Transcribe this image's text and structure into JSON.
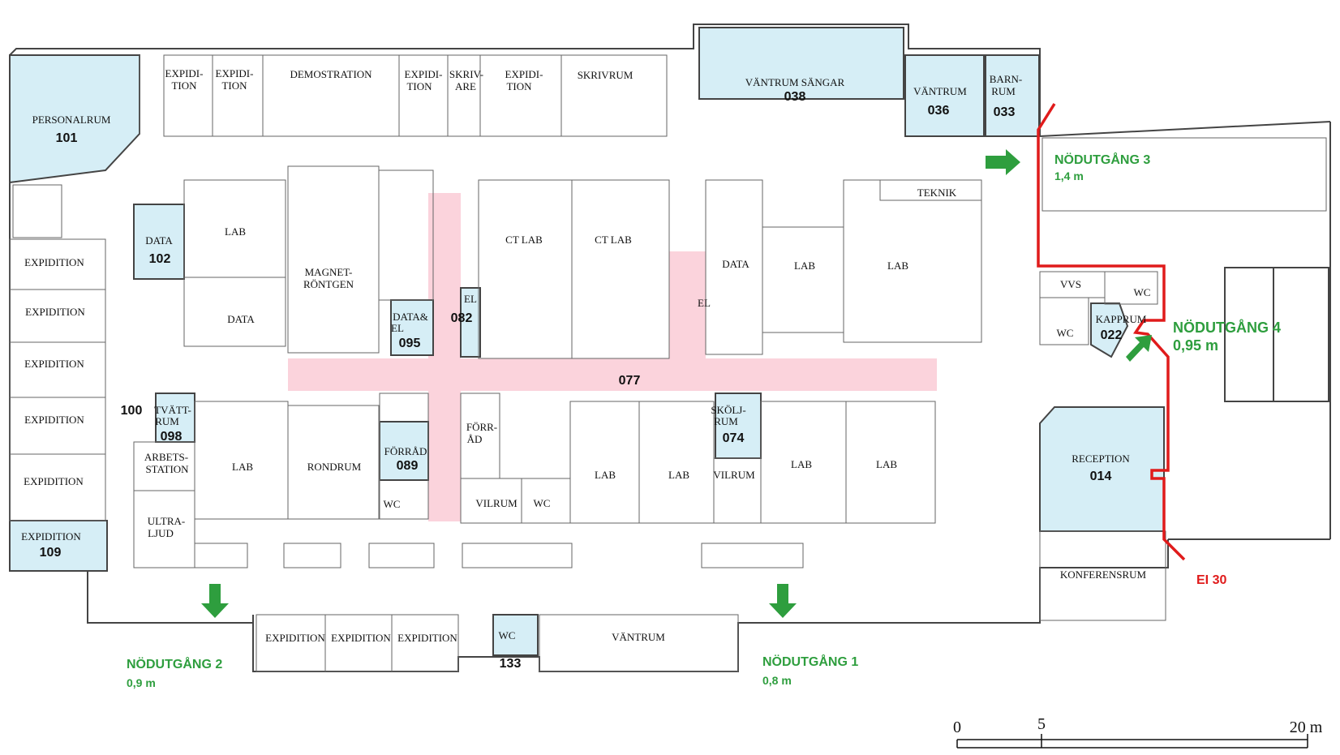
{
  "colors": {
    "highlight_room": "#d6eef6",
    "corridor": "#fbd3dc",
    "wall": "#444444",
    "exit_arrow": "#2e9e3e",
    "fire_line": "#e01b1b"
  },
  "rooms": [
    {
      "id": "r-personalrum",
      "label": "PERSONALRUM",
      "number": "101"
    },
    {
      "id": "r-exp1",
      "label": "EXPIDI-\nTION"
    },
    {
      "id": "r-exp2",
      "label": "EXPIDI-\nTION"
    },
    {
      "id": "r-demo",
      "label": "DEMOSTRATION"
    },
    {
      "id": "r-exp3",
      "label": "EXPIDI-\nTION"
    },
    {
      "id": "r-skrivare",
      "label": "SKRIV-\nARE"
    },
    {
      "id": "r-exp4",
      "label": "EXPIDI-\nTION"
    },
    {
      "id": "r-skrivrum",
      "label": "SKRIVRUM"
    },
    {
      "id": "r-vantrum-sangar",
      "label": "VÄNTRUM SÄNGAR",
      "number": "038"
    },
    {
      "id": "r-vantrum036",
      "label": "VÄNTRUM",
      "number": "036"
    },
    {
      "id": "r-barnrum",
      "label": "BARN-\nRUM",
      "number": "033"
    },
    {
      "id": "r-expL1",
      "label": "EXPIDITION"
    },
    {
      "id": "r-expL2",
      "label": "EXPIDITION"
    },
    {
      "id": "r-expL3",
      "label": "EXPIDITION"
    },
    {
      "id": "r-expL4",
      "label": "EXPIDITION"
    },
    {
      "id": "r-expL5",
      "label": "EXPIDITION"
    },
    {
      "id": "r-exp109",
      "label": "EXPIDITION",
      "number": "109"
    },
    {
      "id": "r-data102",
      "label": "DATA",
      "number": "102"
    },
    {
      "id": "r-lab1",
      "label": "LAB"
    },
    {
      "id": "r-data1",
      "label": "DATA"
    },
    {
      "id": "r-magnet",
      "label": "MAGNET-\nRÖNTGEN"
    },
    {
      "id": "r-datael",
      "label": "DATA&\nEL",
      "number": "095"
    },
    {
      "id": "r-el082",
      "label": "EL",
      "number": "082"
    },
    {
      "id": "r-ctlab1",
      "label": "CT LAB"
    },
    {
      "id": "r-ctlab2",
      "label": "CT LAB"
    },
    {
      "id": "r-el2",
      "label": "EL"
    },
    {
      "id": "r-data2",
      "label": "DATA"
    },
    {
      "id": "r-lab2",
      "label": "LAB"
    },
    {
      "id": "r-lab3",
      "label": "LAB"
    },
    {
      "id": "r-teknik",
      "label": "TEKNIK"
    },
    {
      "id": "r-corr",
      "number": "077"
    },
    {
      "id": "r-tvatt",
      "label": "TVÄTT-\nRUM",
      "number": "098"
    },
    {
      "id": "r-100",
      "number": "100"
    },
    {
      "id": "r-arbets",
      "label": "ARBETS-\nSTATION"
    },
    {
      "id": "r-ultra",
      "label": "ULTRA-\nLJUD"
    },
    {
      "id": "r-lab4",
      "label": "LAB"
    },
    {
      "id": "r-rondrum",
      "label": "RONDRUM"
    },
    {
      "id": "r-forrad089",
      "label": "FÖRRÅD",
      "number": "089"
    },
    {
      "id": "r-wc1",
      "label": "WC"
    },
    {
      "id": "r-forrad2",
      "label": "FÖRR-\nÅD"
    },
    {
      "id": "r-vilrum1",
      "label": "VILRUM"
    },
    {
      "id": "r-wc2",
      "label": "WC"
    },
    {
      "id": "r-lab5",
      "label": "LAB"
    },
    {
      "id": "r-lab6",
      "label": "LAB"
    },
    {
      "id": "r-skolj",
      "label": "SKÖLJ-\nRUM",
      "number": "074"
    },
    {
      "id": "r-vilrum2",
      "label": "VILRUM"
    },
    {
      "id": "r-lab7",
      "label": "LAB"
    },
    {
      "id": "r-lab8",
      "label": "LAB"
    },
    {
      "id": "r-vvs",
      "label": "VVS"
    },
    {
      "id": "r-wc3",
      "label": "WC"
    },
    {
      "id": "r-wc4",
      "label": "WC"
    },
    {
      "id": "r-kapprum",
      "label": "KAPPRUM",
      "number": "022"
    },
    {
      "id": "r-reception",
      "label": "RECEPTION",
      "number": "014"
    },
    {
      "id": "r-konferens",
      "label": "KONFERENSRUM"
    },
    {
      "id": "r-expB1",
      "label": "EXPIDITION"
    },
    {
      "id": "r-expB2",
      "label": "EXPIDITION"
    },
    {
      "id": "r-expB3",
      "label": "EXPIDITION"
    },
    {
      "id": "r-wc133",
      "label": "WC",
      "number": "133"
    },
    {
      "id": "r-vantrum",
      "label": "VÄNTRUM"
    }
  ],
  "exits": [
    {
      "id": "e3",
      "name": "NÖDUTGÅNG 3",
      "width": "1,4 m"
    },
    {
      "id": "e4",
      "name": "NÖDUTGÅNG 4",
      "width": "0,95 m"
    },
    {
      "id": "e2",
      "name": "NÖDUTGÅNG 2",
      "width": "0,9 m"
    },
    {
      "id": "e1",
      "name": "NÖDUTGÅNG 1",
      "width": "0,8 m"
    }
  ],
  "fire_label": "EI 30",
  "scale": {
    "t0": "0",
    "t1": "5",
    "t2": "20 m"
  }
}
